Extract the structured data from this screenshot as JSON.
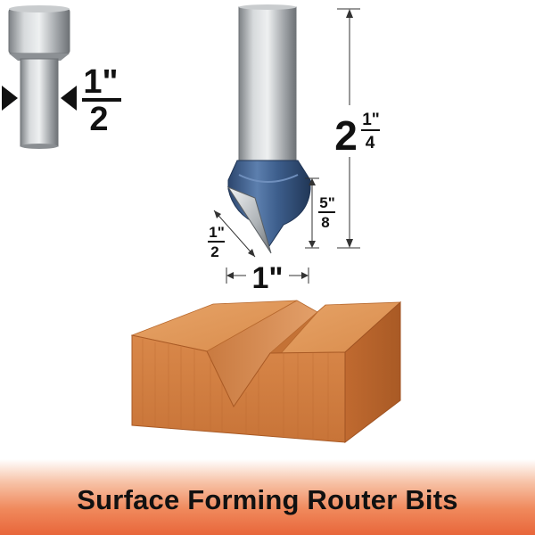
{
  "shank_dimension": {
    "numerator": "1\"",
    "denominator": "2"
  },
  "overall_length": {
    "whole": "2",
    "numerator": "1\"",
    "denominator": "4"
  },
  "cut_height": {
    "numerator": "5\"",
    "denominator": "8"
  },
  "cut_side": {
    "numerator": "1\"",
    "denominator": "2"
  },
  "cut_diameter": "1\"",
  "title": "Surface Forming Router Bits",
  "colors": {
    "banner": "#e8663a",
    "cutter": "#3f5f8e",
    "shank": "#b8bcc0",
    "wood": "#d6894a"
  }
}
